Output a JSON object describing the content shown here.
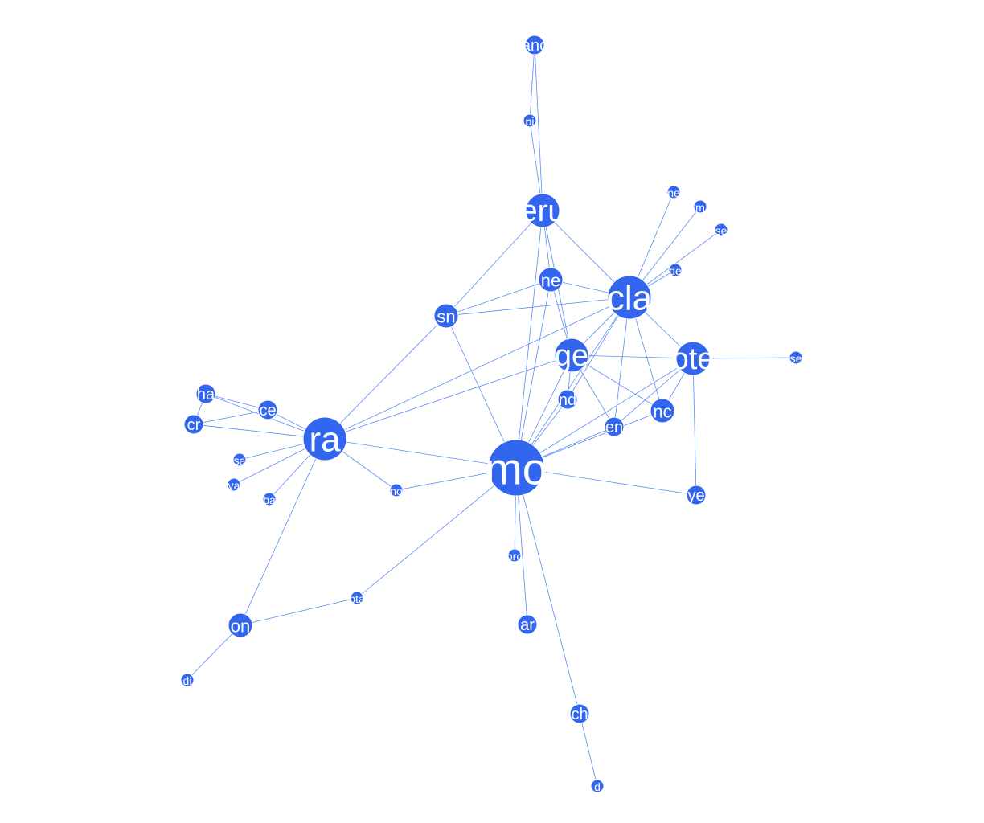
{
  "colors": {
    "node": "#3366ee",
    "edge": "#5b8df5",
    "label": "#ffffff",
    "background": "#ffffff"
  },
  "nodes": [
    {
      "id": "mo",
      "label": "mo",
      "size": "xl"
    },
    {
      "id": "ra",
      "label": "ra",
      "size": "l"
    },
    {
      "id": "cla",
      "label": "cla",
      "size": "l"
    },
    {
      "id": "ge",
      "label": "ge",
      "size": "m"
    },
    {
      "id": "eru",
      "label": "eru",
      "size": "m"
    },
    {
      "id": "ote",
      "label": "ote",
      "size": "m"
    },
    {
      "id": "ne",
      "label": "ne",
      "size": "s"
    },
    {
      "id": "sn",
      "label": "sn",
      "size": "s"
    },
    {
      "id": "nc",
      "label": "nc",
      "size": "s"
    },
    {
      "id": "en",
      "label": "en",
      "size": "xs"
    },
    {
      "id": "nd",
      "label": "nd",
      "size": "xs"
    },
    {
      "id": "ye",
      "label": "ye",
      "size": "xs"
    },
    {
      "id": "on",
      "label": "on",
      "size": "s"
    },
    {
      "id": "ar",
      "label": "ar",
      "size": "xs"
    },
    {
      "id": "ch",
      "label": "ch",
      "size": "xs"
    },
    {
      "id": "d",
      "label": "d",
      "size": "xxs"
    },
    {
      "id": "ce",
      "label": "ce",
      "size": "xs"
    },
    {
      "id": "ha",
      "label": "ha",
      "size": "xs"
    },
    {
      "id": "cr",
      "label": "cr",
      "size": "xs"
    },
    {
      "id": "sa",
      "label": "sa",
      "size": "xxs"
    },
    {
      "id": "va",
      "label": "va",
      "size": "xxs"
    },
    {
      "id": "ba",
      "label": "ba",
      "size": "xxs"
    },
    {
      "id": "no",
      "label": "no",
      "size": "xxs"
    },
    {
      "id": "pro",
      "label": "pro",
      "size": "xxs"
    },
    {
      "id": "pta",
      "label": "pta",
      "size": "xxs"
    },
    {
      "id": "di",
      "label": "di",
      "size": "xxs"
    },
    {
      "id": "anc",
      "label": "anc",
      "size": "xs"
    },
    {
      "id": "pi",
      "label": "pi",
      "size": "xxs"
    },
    {
      "id": "ne2",
      "label": "ne",
      "size": "xxs"
    },
    {
      "id": "m",
      "label": "m",
      "size": "xxs"
    },
    {
      "id": "se",
      "label": "se",
      "size": "xxs"
    },
    {
      "id": "de",
      "label": "de",
      "size": "xxs"
    },
    {
      "id": "se2",
      "label": "se",
      "size": "xxs"
    }
  ],
  "edges": [
    [
      "anc",
      "eru"
    ],
    [
      "pi",
      "eru"
    ],
    [
      "anc",
      "pi"
    ],
    [
      "eru",
      "sn"
    ],
    [
      "eru",
      "cla"
    ],
    [
      "eru",
      "ne"
    ],
    [
      "eru",
      "mo"
    ],
    [
      "eru",
      "ge"
    ],
    [
      "cla",
      "ne2"
    ],
    [
      "cla",
      "m"
    ],
    [
      "cla",
      "se"
    ],
    [
      "cla",
      "de"
    ],
    [
      "cla",
      "ne"
    ],
    [
      "cla",
      "sn"
    ],
    [
      "cla",
      "ge"
    ],
    [
      "cla",
      "ote"
    ],
    [
      "cla",
      "mo"
    ],
    [
      "cla",
      "nc"
    ],
    [
      "cla",
      "en"
    ],
    [
      "cla",
      "nd"
    ],
    [
      "cla",
      "ra"
    ],
    [
      "ne",
      "mo"
    ],
    [
      "ne",
      "ge"
    ],
    [
      "ne",
      "sn"
    ],
    [
      "sn",
      "ra"
    ],
    [
      "sn",
      "mo"
    ],
    [
      "ge",
      "ra"
    ],
    [
      "ge",
      "mo"
    ],
    [
      "ge",
      "ote"
    ],
    [
      "ge",
      "nc"
    ],
    [
      "ge",
      "en"
    ],
    [
      "ge",
      "nd"
    ],
    [
      "ote",
      "se2"
    ],
    [
      "ote",
      "ye"
    ],
    [
      "ote",
      "mo"
    ],
    [
      "ote",
      "nc"
    ],
    [
      "ote",
      "en"
    ],
    [
      "nc",
      "mo"
    ],
    [
      "en",
      "mo"
    ],
    [
      "nd",
      "mo"
    ],
    [
      "mo",
      "ye"
    ],
    [
      "mo",
      "ra"
    ],
    [
      "mo",
      "no"
    ],
    [
      "mo",
      "pro"
    ],
    [
      "mo",
      "ar"
    ],
    [
      "mo",
      "ch"
    ],
    [
      "mo",
      "pta"
    ],
    [
      "ch",
      "d"
    ],
    [
      "ra",
      "ha"
    ],
    [
      "ra",
      "ce"
    ],
    [
      "ra",
      "cr"
    ],
    [
      "ra",
      "sa"
    ],
    [
      "ra",
      "va"
    ],
    [
      "ra",
      "ba"
    ],
    [
      "ra",
      "no"
    ],
    [
      "ra",
      "on"
    ],
    [
      "ha",
      "ce"
    ],
    [
      "cr",
      "ce"
    ],
    [
      "ha",
      "cr"
    ],
    [
      "on",
      "pta"
    ],
    [
      "on",
      "di"
    ]
  ]
}
